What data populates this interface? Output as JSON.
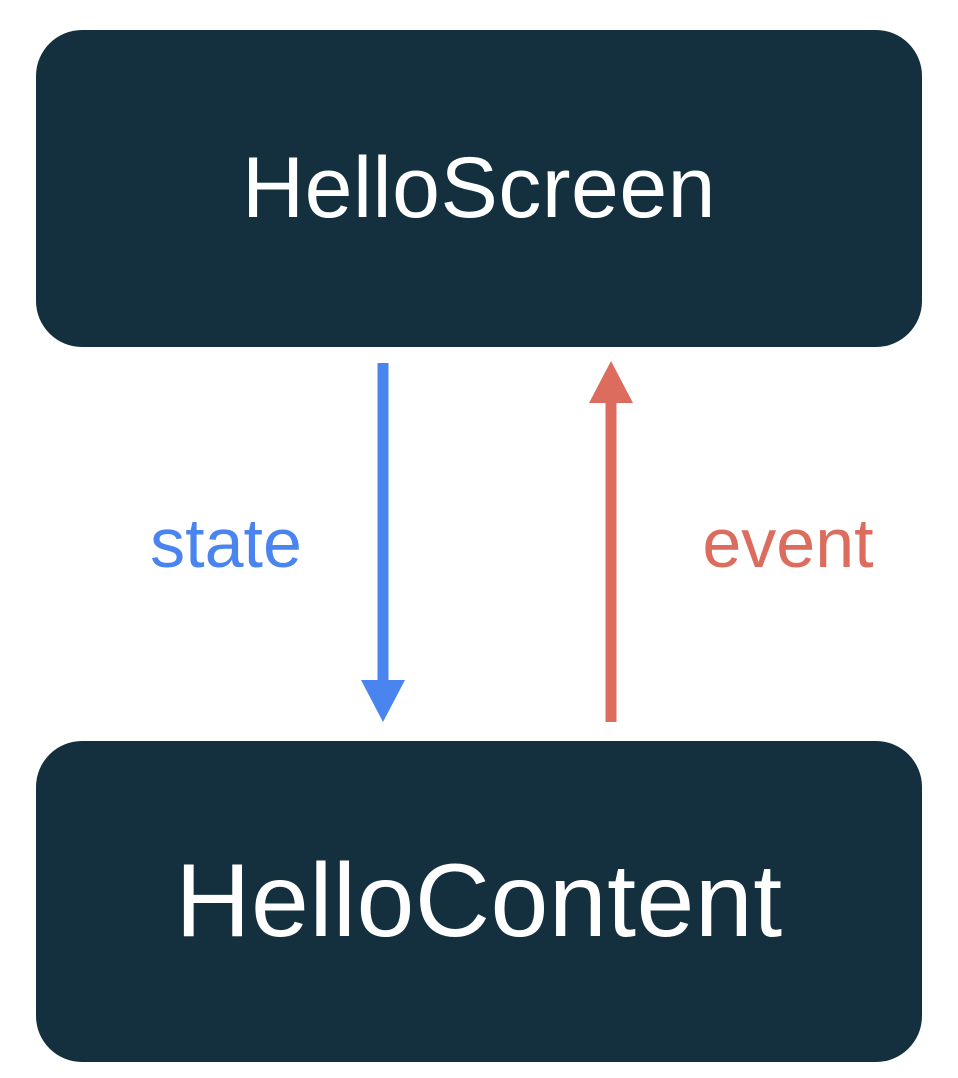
{
  "diagram": {
    "top_node": {
      "label": "HelloScreen"
    },
    "bottom_node": {
      "label": "HelloContent"
    },
    "arrows": {
      "state": {
        "label": "state",
        "direction": "down"
      },
      "event": {
        "label": "event",
        "direction": "up"
      }
    }
  },
  "colors": {
    "node_background": "#14303F",
    "node_text": "#FFFFFF",
    "state_blue": "#4A84EF",
    "event_red": "#DB6C5E",
    "canvas_background": "#FFFFFF"
  }
}
